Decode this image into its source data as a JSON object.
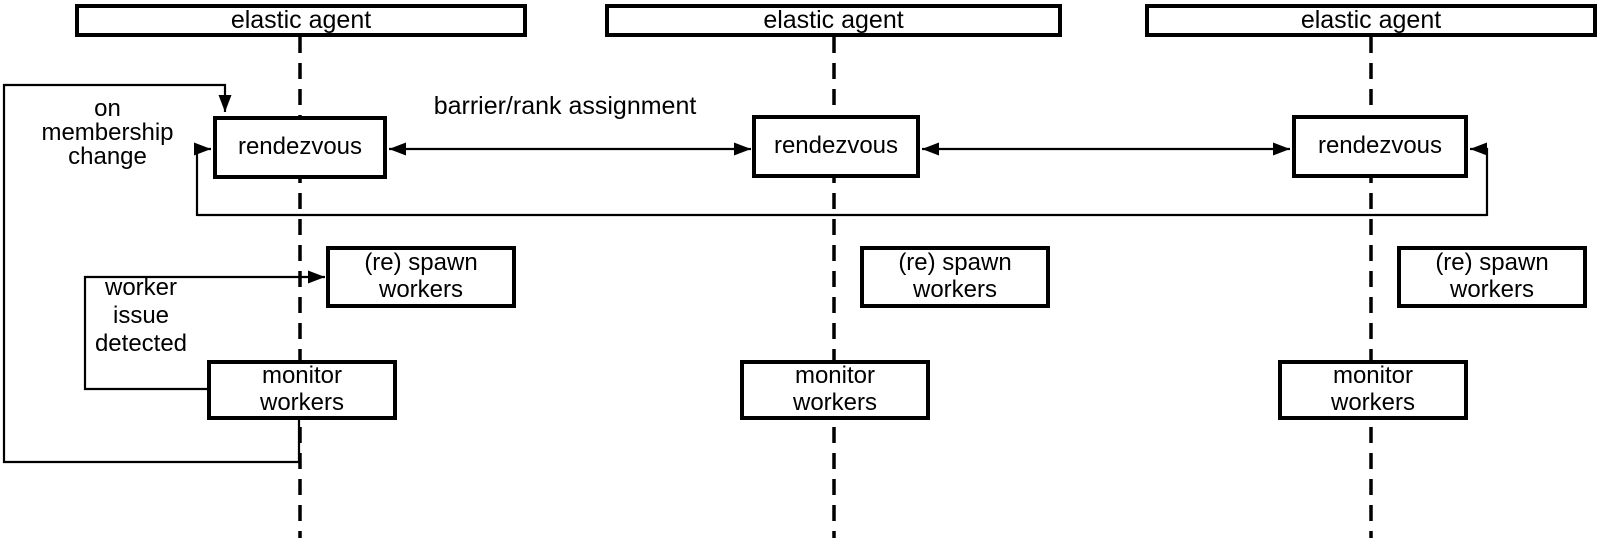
{
  "diagram": {
    "title_hint": "elastic agent architecture",
    "colors": {
      "background": "#ffffff",
      "line": "#000000",
      "text": "#000000"
    },
    "columns": [
      {
        "agent": "elastic agent",
        "rendezvous": "rendezvous",
        "spawn": "(re) spawn\nworkers",
        "monitor": "monitor\nworkers"
      },
      {
        "agent": "elastic agent",
        "rendezvous": "rendezvous",
        "spawn": "(re) spawn\nworkers",
        "monitor": "monitor\nworkers"
      },
      {
        "agent": "elastic agent",
        "rendezvous": "rendezvous",
        "spawn": "(re) spawn\nworkers",
        "monitor": "monitor\nworkers"
      }
    ],
    "annotations": {
      "barrier": "barrier/rank assignment",
      "membership": "on\nmembership\nchange",
      "worker_issue": "worker\nissue\ndetected"
    }
  }
}
